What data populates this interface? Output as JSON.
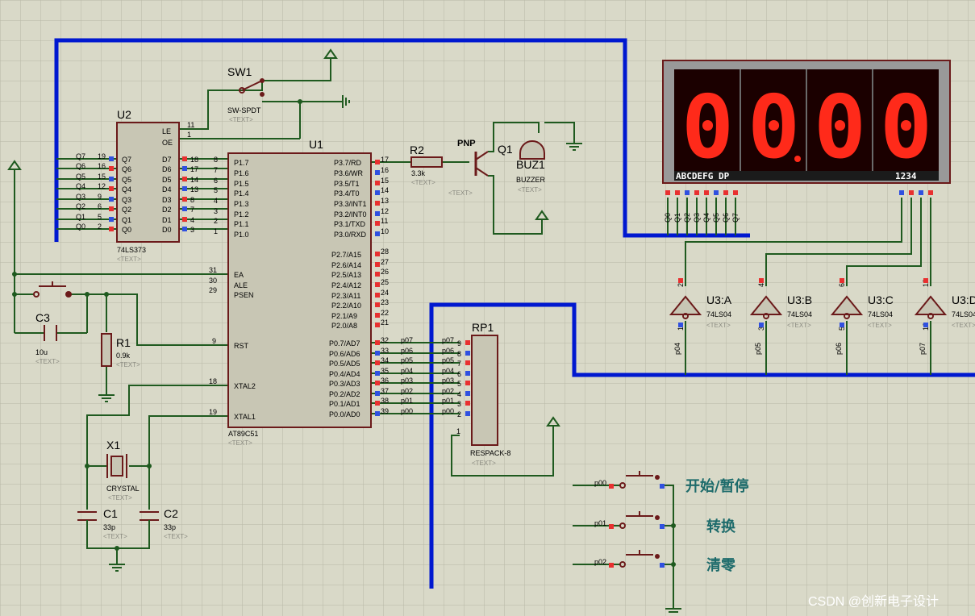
{
  "u2": {
    "ref": "U2",
    "part": "74LS373",
    "text": "<TEXT>",
    "pin_le": "LE",
    "pin_oe": "OE",
    "outs": [
      "Q7",
      "Q6",
      "Q5",
      "Q4",
      "Q3",
      "Q2",
      "Q1",
      "Q0"
    ],
    "ins": [
      "D7",
      "D6",
      "D5",
      "D4",
      "D3",
      "D2",
      "D1",
      "D0"
    ],
    "nets": [
      "Q7",
      "Q6",
      "Q5",
      "Q4",
      "Q3",
      "Q2",
      "Q1",
      "Q0"
    ],
    "out_nums": [
      "19",
      "16",
      "15",
      "12",
      "9",
      "6",
      "5",
      "2"
    ],
    "in_nums": [
      "18",
      "17",
      "14",
      "13",
      "8",
      "7",
      "4",
      "3"
    ],
    "le_num": "11",
    "oe_num": "1"
  },
  "u1": {
    "ref": "U1",
    "part": "AT89C51",
    "text": "<TEXT>",
    "p1": [
      "P1.7",
      "P1.6",
      "P1.5",
      "P1.4",
      "P1.3",
      "P1.2",
      "P1.1",
      "P1.0"
    ],
    "p1_nums": [
      "8",
      "7",
      "6",
      "5",
      "4",
      "3",
      "2",
      "1"
    ],
    "p3": [
      "P3.7/RD",
      "P3.6/WR",
      "P3.5/T1",
      "P3.4/T0",
      "P3.3/INT1",
      "P3.2/INT0",
      "P3.1/TXD",
      "P3.0/RXD"
    ],
    "p3_nums": [
      "17",
      "16",
      "15",
      "14",
      "13",
      "12",
      "11",
      "10"
    ],
    "p2": [
      "P2.7/A15",
      "P2.6/A14",
      "P2.5/A13",
      "P2.4/A12",
      "P2.3/A11",
      "P2.2/A10",
      "P2.1/A9",
      "P2.0/A8"
    ],
    "p2_nums": [
      "28",
      "27",
      "26",
      "25",
      "24",
      "23",
      "22",
      "21"
    ],
    "p0": [
      "P0.7/AD7",
      "P0.6/AD6",
      "P0.5/AD5",
      "P0.4/AD4",
      "P0.3/AD3",
      "P0.2/AD2",
      "P0.1/AD1",
      "P0.0/AD0"
    ],
    "p0_nums": [
      "32",
      "33",
      "34",
      "35",
      "36",
      "37",
      "38",
      "39"
    ],
    "ea": "EA",
    "ale": "ALE",
    "psen": "PSEN",
    "rst": "RST",
    "xtal2": "XTAL2",
    "xtal1": "XTAL1",
    "ea_num": "31",
    "ale_num": "30",
    "psen_num": "29",
    "rst_num": "9",
    "xtal2_num": "18",
    "xtal1_num": "19"
  },
  "p0_nets": [
    "p07",
    "p06",
    "p05",
    "p04",
    "p03",
    "p02",
    "p01",
    "p00"
  ],
  "rp1": {
    "ref": "RP1",
    "part": "RESPACK-8",
    "text": "<TEXT>",
    "nums": [
      "9",
      "8",
      "7",
      "6",
      "5",
      "4",
      "3",
      "2"
    ],
    "common": "1"
  },
  "sw1": {
    "ref": "SW1",
    "part": "SW-SPDT",
    "text": "<TEXT>"
  },
  "r1": {
    "ref": "R1",
    "value": "0.9k",
    "text": "<TEXT>"
  },
  "r2": {
    "ref": "R2",
    "value": "3.3k",
    "text": "<TEXT>"
  },
  "c1": {
    "ref": "C1",
    "value": "33p",
    "text": "<TEXT>"
  },
  "c2": {
    "ref": "C2",
    "value": "33p",
    "text": "<TEXT>"
  },
  "c3": {
    "ref": "C3",
    "value": "10u",
    "text": "<TEXT>"
  },
  "x1": {
    "ref": "X1",
    "part": "CRYSTAL",
    "text": "<TEXT>"
  },
  "q1": {
    "ref": "Q1",
    "type": "PNP",
    "text": "<TEXT>"
  },
  "buz1": {
    "ref": "BUZ1",
    "part": "BUZZER",
    "text": "<TEXT>"
  },
  "display": {
    "digits": "0",
    "seg_header": "ABCDEFG DP",
    "digit_header": "1234",
    "seg_nets": [
      "Q0",
      "Q1",
      "Q2",
      "Q3",
      "Q4",
      "Q5",
      "Q6",
      "Q7"
    ],
    "colors": {
      "bg": "#1b0000",
      "lit": "#ff2a1a"
    }
  },
  "u3": [
    {
      "ref": "U3:A",
      "part": "74LS04",
      "text": "<TEXT>",
      "in_pin": "2",
      "out_pin": "1",
      "net": "p04"
    },
    {
      "ref": "U3:B",
      "part": "74LS04",
      "text": "<TEXT>",
      "in_pin": "4",
      "out_pin": "3",
      "net": "p05"
    },
    {
      "ref": "U3:C",
      "part": "74LS04",
      "text": "<TEXT>",
      "in_pin": "6",
      "out_pin": "5",
      "net": "p06"
    },
    {
      "ref": "U3:D",
      "part": "74LS04",
      "text": "<TEXT>",
      "in_pin": "12",
      "out_pin": "13",
      "net": "p07"
    }
  ],
  "buttons": [
    {
      "net": "p00",
      "label": "开始/暂停"
    },
    {
      "net": "p01",
      "label": "转换"
    },
    {
      "net": "p02",
      "label": "清零"
    }
  ],
  "watermark": "CSDN @创新电子设计"
}
